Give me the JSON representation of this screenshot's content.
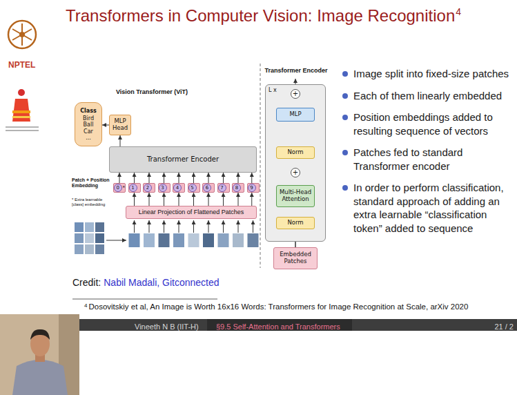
{
  "diagram": {
    "title": "Transformers in Computer Vision: Image Recognition",
    "nodes": [
      {
        "text": [
          "Class",
          "Bird Ball Car ..."
        ]
      },
      {
        "text": [
          "MLP Head"
        ]
      },
      {
        "text": [
          "Transformer Encoder"
        ]
      },
      {
        "text": [
          "0",
          "*"
        ]
      },
      {
        "text": [
          "1"
        ]
      },
      {
        "text": [
          "2"
        ]
      },
      {
        "text": [
          "3"
        ]
      },
      {
        "text": [
          "4"
        ]
      },
      {
        "text": [
          "5"
        ]
      },
      {
        "text": [
          "6"
        ]
      },
      {
        "text": [
          "7"
        ]
      },
      {
        "text": [
          "8"
        ]
      },
      {
        "text": [
          "9"
        ]
      },
      {
        "text": [
          "Linear Projection of Flattened Patches"
        ]
      },
      {
        "text": [
          "Transformer Encoder",
          "L x"
        ]
      },
      {
        "text": [
          "+"
        ],
        "in": 14
      },
      {
        "text": [
          "MLP"
        ],
        "in": 14
      },
      {
        "text": [
          "Norm"
        ],
        "in": 14
      },
      {
        "text": [
          "+"
        ],
        "in": 14
      },
      {
        "text": [
          "Multi-Head Attention"
        ],
        "in": 14
      },
      {
        "text": [
          "Norm"
        ],
        "in": 14
      },
      {
        "text": [
          "Embedded Patches"
        ]
      }
    ],
    "edges": [
      {
        "from": 1,
        "to": 0,
        "arrow": "to"
      },
      {
        "from": 2,
        "to": 1,
        "arrow": "to"
      },
      {
        "from": 3,
        "to": 2,
        "arrow": "to"
      },
      {
        "from": 4,
        "to": 2,
        "arrow": "to"
      },
      {
        "from": 5,
        "to": 2,
        "arrow": "to"
      },
      {
        "from": 6,
        "to": 2,
        "arrow": "to"
      },
      {
        "from": 7,
        "to": 2,
        "arrow": "to"
      },
      {
        "from": 8,
        "to": 2,
        "arrow": "to"
      },
      {
        "from": 9,
        "to": 2,
        "arrow": "to"
      },
      {
        "from": 10,
        "to": 2,
        "arrow": "to"
      },
      {
        "from": 11,
        "to": 2,
        "arrow": "to"
      },
      {
        "from": 12,
        "to": 2,
        "arrow": "to"
      },
      {
        "from": 13,
        "to": 4,
        "arrow": "to"
      },
      {
        "from": 13,
        "to": 5,
        "arrow": "to"
      },
      {
        "from": 13,
        "to": 6,
        "arrow": "to"
      },
      {
        "from": 13,
        "to": 7,
        "arrow": "to"
      },
      {
        "from": 13,
        "to": 8,
        "arrow": "to"
      },
      {
        "from": 13,
        "to": 9,
        "arrow": "to"
      },
      {
        "from": 13,
        "to": 10,
        "arrow": "to"
      },
      {
        "from": 13,
        "to": 11,
        "arrow": "to"
      },
      {
        "from": 13,
        "to": 12,
        "arrow": "to"
      },
      {
        "from": 21,
        "to": 20,
        "arrow": "to"
      },
      {
        "from": 20,
        "to": 19,
        "arrow": "to"
      },
      {
        "from": 19,
        "to": 18,
        "arrow": "to"
      },
      {
        "from": 21,
        "to": 18,
        "arrow": "to"
      },
      {
        "from": 18,
        "to": 17,
        "arrow": "to"
      },
      {
        "from": 17,
        "to": 16,
        "arrow": "to"
      },
      {
        "from": 16,
        "to": 15,
        "arrow": "to"
      },
      {
        "from": 18,
        "to": 15,
        "arrow": "to"
      }
    ],
    "labels": [
      "4",
      "NPTEL",
      "Vision Transformer (ViT)",
      "Patch + Position Embedding",
      "* Extra learnable [class] embedding",
      "Image split into fixed-size patches",
      "Each of them linearly embedded",
      "Position embeddings added to resulting sequence of vectors",
      "Patches fed to standard Transformer encoder",
      "In order to perform classification, standard approach of adding an extra learnable “classification token” added to sequence",
      "Credit:",
      "Nabil Madali, Gitconnected",
      "4",
      "Dosovitskiy et al, An Image is Worth 16x16 Words: Transformers for Image Recognition at Scale, arXiv 2020",
      "Vineeth N B (IIT-H)",
      "§9.5 Self-Attention and Transformers",
      "21 / 2"
    ]
  }
}
